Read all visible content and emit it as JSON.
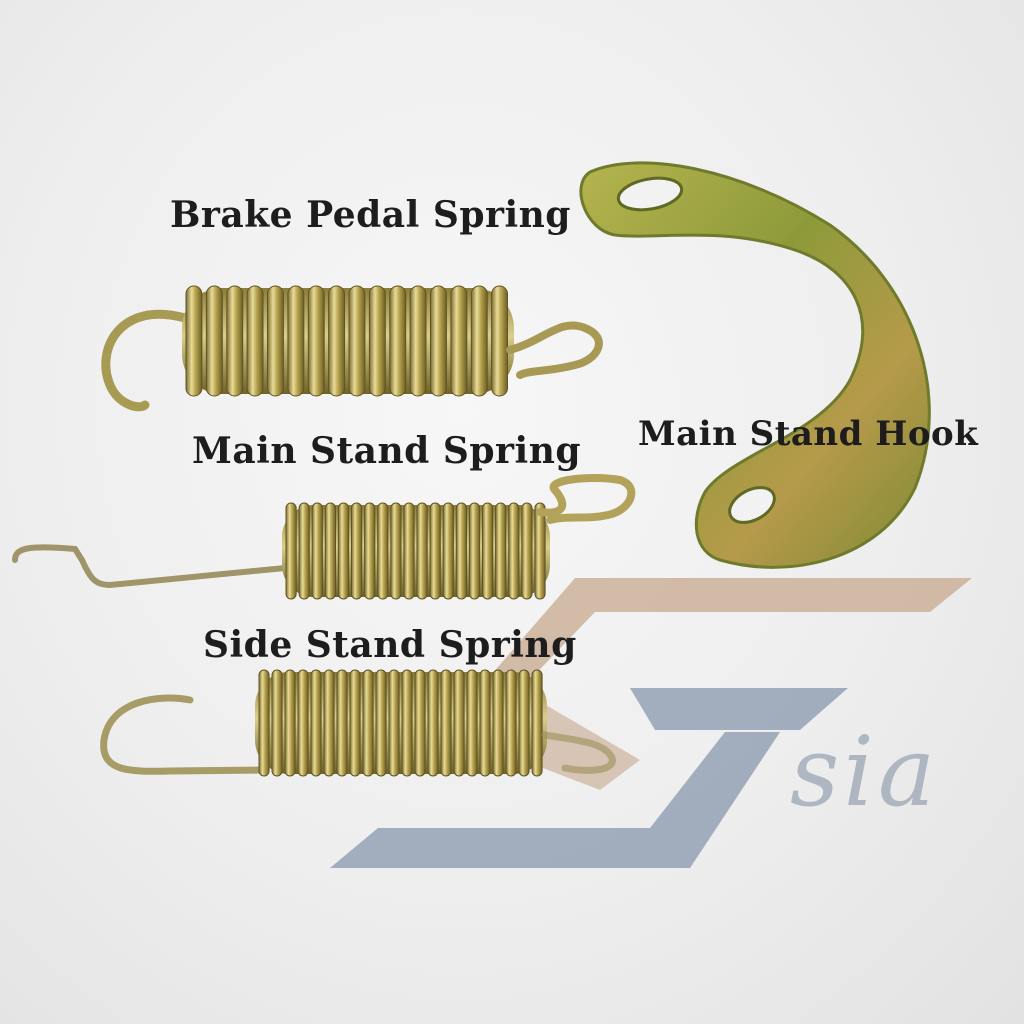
{
  "labels": {
    "brake_pedal_spring": "Brake Pedal Spring",
    "main_stand_spring": "Main Stand Spring",
    "side_stand_spring": "Side Stand Spring",
    "main_stand_hook": "Main Stand Hook"
  },
  "logo": {
    "text": "sia",
    "color_tan": "#c9ad94",
    "color_blue": "#8f9db1"
  },
  "colors": {
    "background": "#eeeeee",
    "spring_metal": "#b4aa55",
    "hook_metal": "#a9a64a",
    "label_text": "#1d1d1d"
  }
}
